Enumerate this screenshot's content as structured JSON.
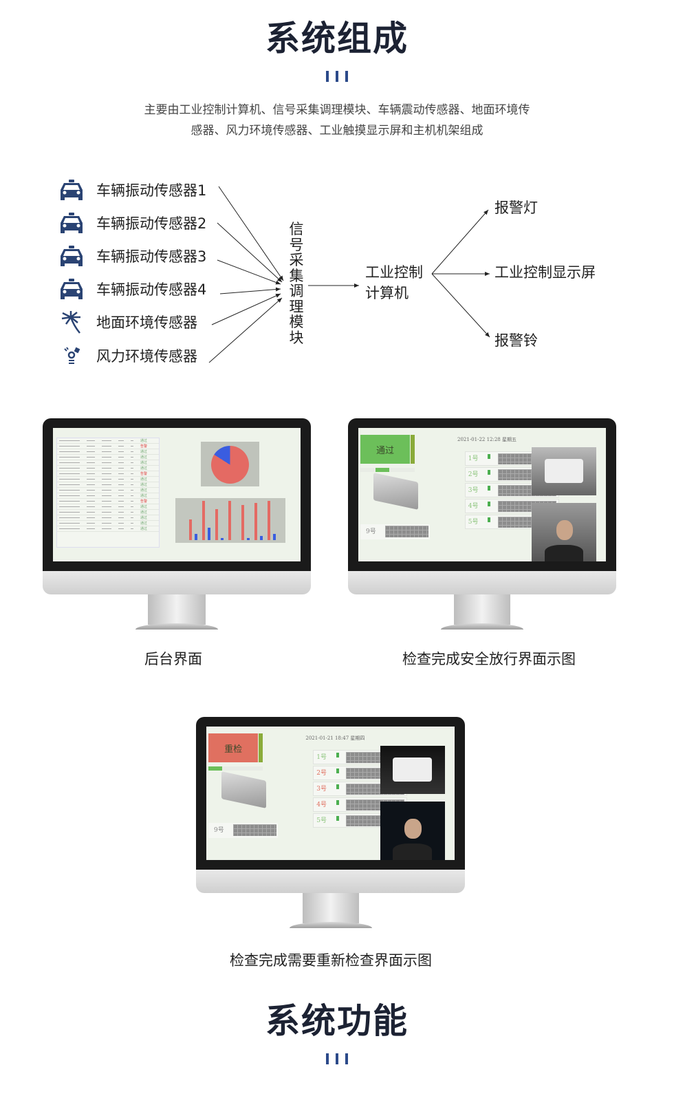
{
  "section1": {
    "title": "系统组成",
    "description_lines": [
      "主要由工业控制计算机、信号采集调理模块、车辆震动传感器、地面环境传",
      "感器、风力环境传感器、工业触摸显示屏和主机机架组成"
    ]
  },
  "diagram": {
    "sensors": [
      {
        "label": "车辆振动传感器1",
        "icon": "car-icon"
      },
      {
        "label": "车辆振动传感器2",
        "icon": "car-icon"
      },
      {
        "label": "车辆振动传感器3",
        "icon": "car-icon"
      },
      {
        "label": "车辆振动传感器4",
        "icon": "car-icon"
      },
      {
        "label": "地面环境传感器",
        "icon": "palm-tree-icon"
      },
      {
        "label": "风力环境传感器",
        "icon": "wind-sensor-icon"
      }
    ],
    "module": "信号采集调理模块",
    "computer_line1": "工业控制",
    "computer_line2": "计算机",
    "outputs": [
      "报警灯",
      "工业控制显示屏",
      "报警铃"
    ],
    "icon_color": "#2a4373"
  },
  "screens": {
    "backend": {
      "caption": "后台界面",
      "chart_marks": [
        "通过",
        "告警"
      ]
    },
    "pass": {
      "caption": "检查完成安全放行界面示图",
      "status": "通过",
      "status_color": "#6cbf5a",
      "datetime": "2021-01-22 12:28 星期五",
      "sensor_ids": [
        "1号",
        "2号",
        "3号",
        "4号",
        "5号"
      ],
      "env_sensor": "9号"
    },
    "recheck": {
      "caption": "检查完成需要重新检查界面示图",
      "status": "重检",
      "status_color": "#e07060",
      "datetime": "2021-01-21 18:47 星期四",
      "sensor_ids": [
        "1号",
        "2号",
        "3号",
        "4号",
        "5号"
      ],
      "env_sensor": "9号"
    }
  },
  "section2": {
    "title": "系统功能"
  },
  "accent": "#2c4a8a"
}
